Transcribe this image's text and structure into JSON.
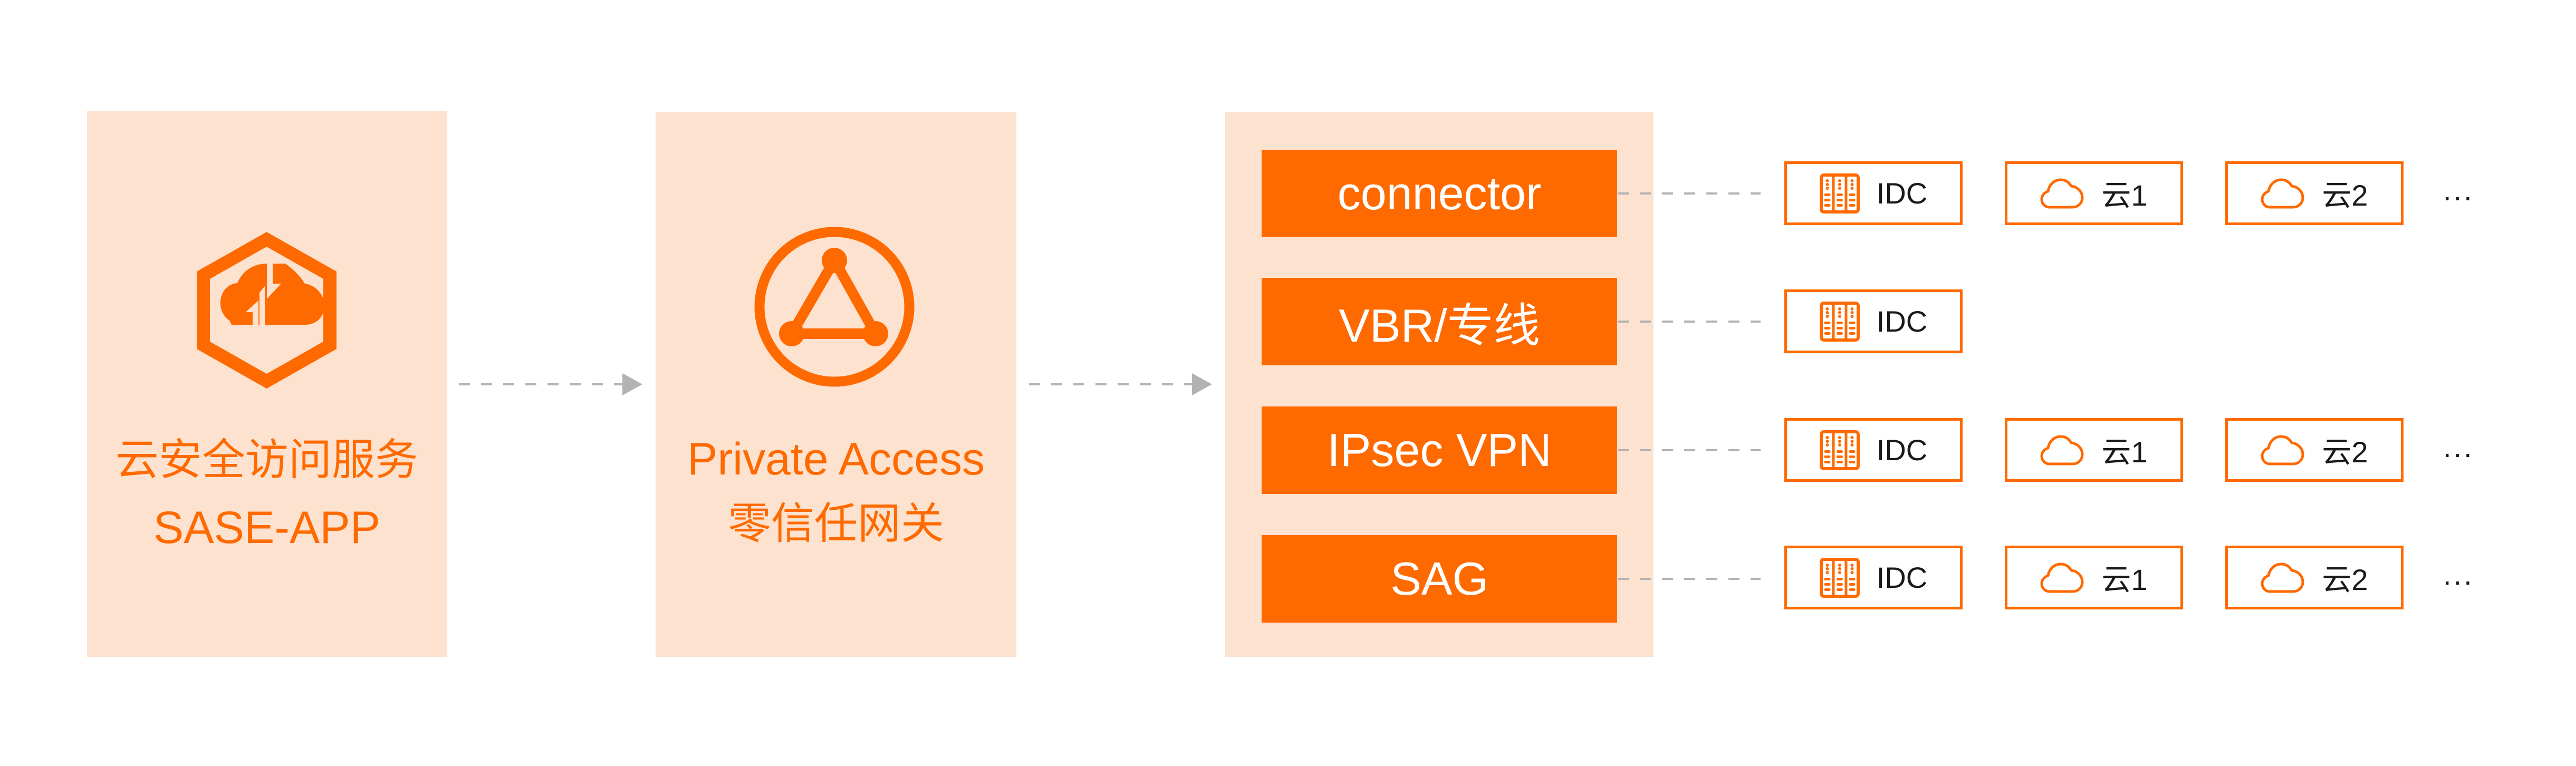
{
  "colors": {
    "accent": "#ff6a00",
    "panel_bg": "#fde2cf",
    "connector_line": "#b3b3b3",
    "node_text": "#1a1a1a",
    "bar_text": "#ffffff"
  },
  "stages": [
    {
      "icon": "cloud-hexagon-icon",
      "title_line1": "云安全访问服务",
      "title_line2": "SASE-APP"
    },
    {
      "icon": "triangle-network-icon",
      "title_line1": "Private Access",
      "title_line2": "零信任网关"
    }
  ],
  "connections": [
    {
      "label": "connector",
      "targets": [
        {
          "icon": "server-rack-icon",
          "label": "IDC"
        },
        {
          "icon": "cloud-icon",
          "label": "云1"
        },
        {
          "icon": "cloud-icon",
          "label": "云2"
        }
      ],
      "more": "..."
    },
    {
      "label": "VBR/专线",
      "targets": [
        {
          "icon": "server-rack-icon",
          "label": "IDC"
        }
      ],
      "more": ""
    },
    {
      "label": "IPsec VPN",
      "targets": [
        {
          "icon": "server-rack-icon",
          "label": "IDC"
        },
        {
          "icon": "cloud-icon",
          "label": "云1"
        },
        {
          "icon": "cloud-icon",
          "label": "云2"
        }
      ],
      "more": "..."
    },
    {
      "label": "SAG",
      "targets": [
        {
          "icon": "server-rack-icon",
          "label": "IDC"
        },
        {
          "icon": "cloud-icon",
          "label": "云1"
        },
        {
          "icon": "cloud-icon",
          "label": "云2"
        }
      ],
      "more": "..."
    }
  ]
}
